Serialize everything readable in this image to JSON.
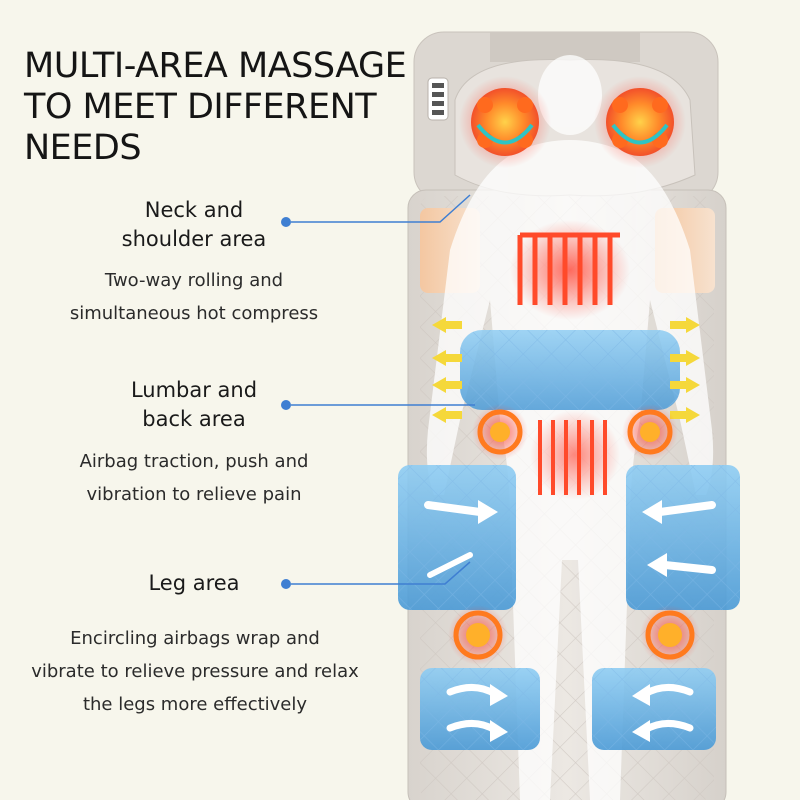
{
  "headline": {
    "line1": "MULTI-AREA MASSAGE",
    "line2": "TO MEET DIFFERENT",
    "line3": "NEEDS"
  },
  "areas": [
    {
      "title_line1": "Neck and",
      "title_line2": "shoulder area",
      "desc_line1": "Two-way rolling and",
      "desc_line2": "simultaneous hot compress",
      "desc_line3": ""
    },
    {
      "title_line1": "Lumbar and",
      "title_line2": "back area",
      "desc_line1": "Airbag traction, push and",
      "desc_line2": "vibration to relieve pain",
      "desc_line3": ""
    },
    {
      "title_line1": "Leg area",
      "title_line2": "",
      "desc_line1": "Encircling airbags wrap and",
      "desc_line2": "vibrate to relieve pressure and relax",
      "desc_line3": "the legs more effectively"
    }
  ],
  "colors": {
    "background": "#f7f6ec",
    "pointer": "#3f7fd2",
    "airbag": "#5aaee3",
    "heat": "#f26a2a",
    "mat": "#e6e2dc"
  }
}
